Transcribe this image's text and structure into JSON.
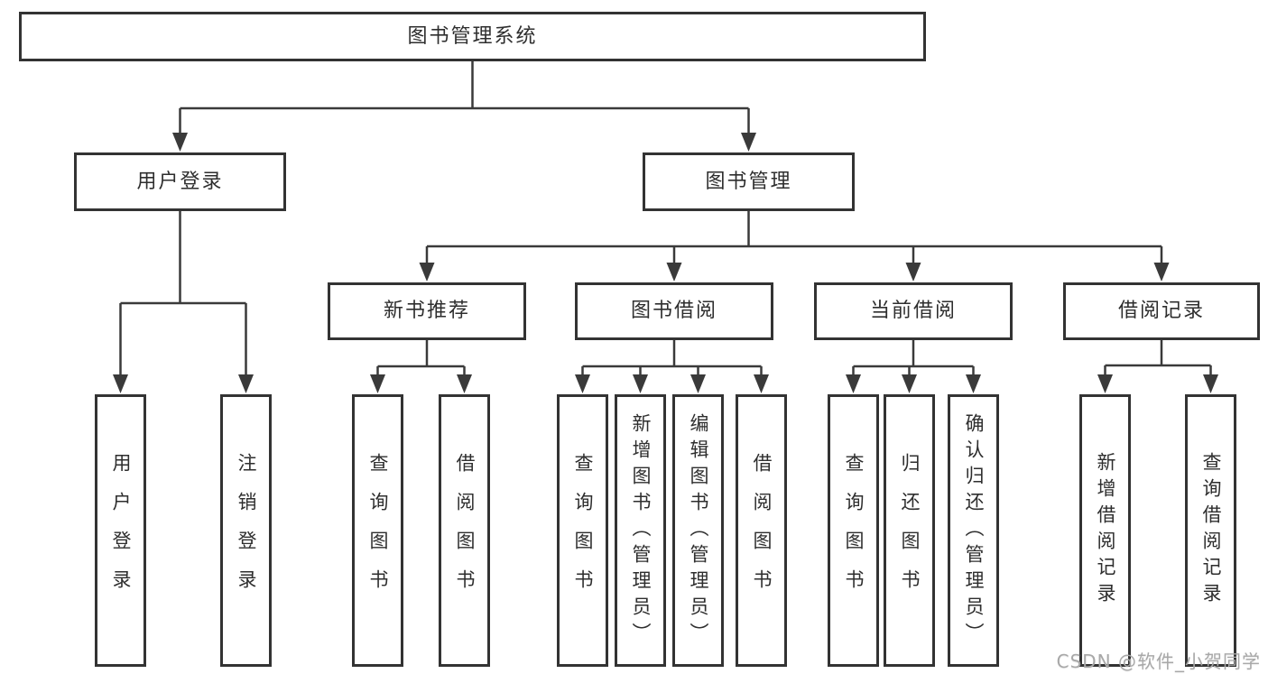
{
  "diagram": {
    "nodes": [
      {
        "id": "root",
        "label": "图书管理系统"
      },
      {
        "id": "user-login",
        "label": "用户登录"
      },
      {
        "id": "book-mgmt",
        "label": "图书管理"
      },
      {
        "id": "login-leaf",
        "label": "用户登录"
      },
      {
        "id": "logout-leaf",
        "label": "注销登录"
      },
      {
        "id": "new-book-rec",
        "label": "新书推荐"
      },
      {
        "id": "book-borrow",
        "label": "图书借阅"
      },
      {
        "id": "current-borrow",
        "label": "当前借阅"
      },
      {
        "id": "borrow-records",
        "label": "借阅记录"
      },
      {
        "id": "query-book-rec",
        "label": "查询图书"
      },
      {
        "id": "borrow-book-rec",
        "label": "借阅图书"
      },
      {
        "id": "query-book-borrow",
        "label": "查询图书"
      },
      {
        "id": "add-book-admin",
        "label": "新增图书（管理员）"
      },
      {
        "id": "edit-book-admin",
        "label": "编辑图书（管理员）"
      },
      {
        "id": "borrow-book-leaf",
        "label": "借阅图书"
      },
      {
        "id": "query-book-current",
        "label": "查询图书"
      },
      {
        "id": "return-book",
        "label": "归还图书"
      },
      {
        "id": "confirm-return-admin",
        "label": "确认归还（管理员）"
      },
      {
        "id": "add-borrow-record",
        "label": "新增借阅记录"
      },
      {
        "id": "query-borrow-record",
        "label": "查询借阅记录"
      }
    ],
    "hierarchy": {
      "root": [
        "user-login",
        "book-mgmt"
      ],
      "user-login": [
        "login-leaf",
        "logout-leaf"
      ],
      "book-mgmt": [
        "new-book-rec",
        "book-borrow",
        "current-borrow",
        "borrow-records"
      ],
      "new-book-rec": [
        "query-book-rec",
        "borrow-book-rec"
      ],
      "book-borrow": [
        "query-book-borrow",
        "add-book-admin",
        "edit-book-admin",
        "borrow-book-leaf"
      ],
      "current-borrow": [
        "query-book-current",
        "return-book",
        "confirm-return-admin"
      ],
      "borrow-records": [
        "add-borrow-record",
        "query-borrow-record"
      ]
    },
    "colors": {
      "background": "#ffffff",
      "line": "#3a3a3a",
      "box_border": "#333333",
      "text": "#2e2e2e",
      "watermark": "#a8a8a8"
    },
    "watermark": "CSDN @软件_小贺同学"
  }
}
